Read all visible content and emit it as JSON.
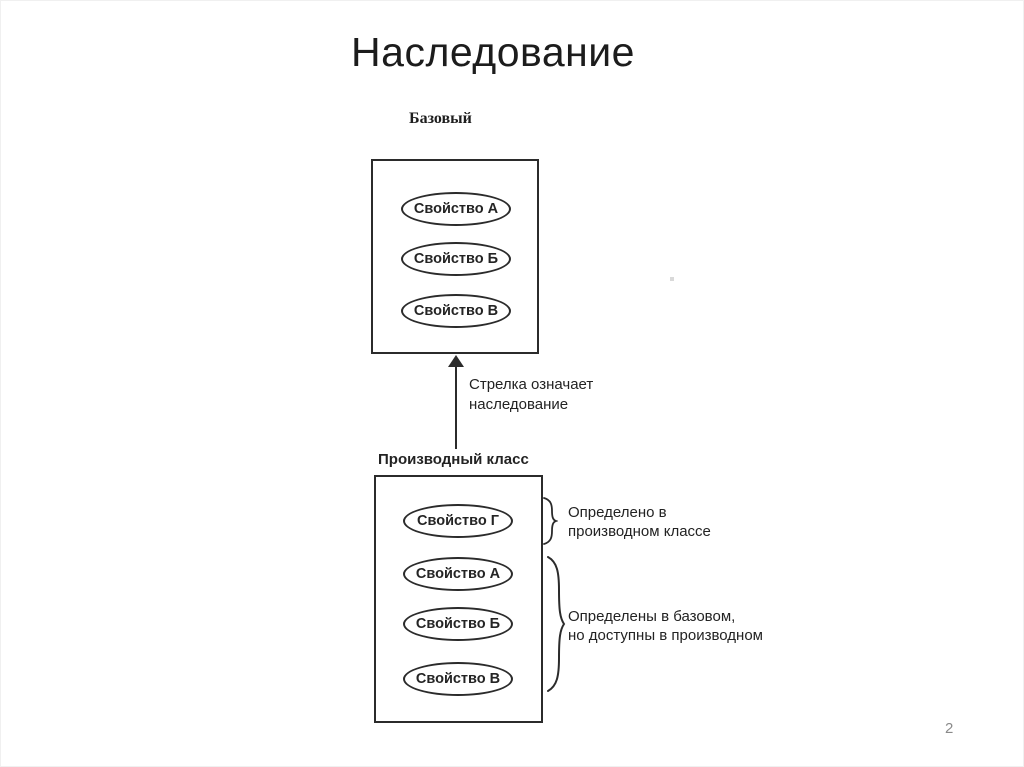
{
  "slide": {
    "title": "Наследование",
    "page_number": "2"
  },
  "diagram": {
    "base_class": {
      "label": "Базовый",
      "properties": [
        "Свойство А",
        "Свойство Б",
        "Свойство В"
      ]
    },
    "arrow_note": {
      "line1": "Стрелка означает",
      "line2": "наследование"
    },
    "derived_class": {
      "label": "Производный класс",
      "properties": [
        "Свойство Г",
        "Свойство А",
        "Свойство Б",
        "Свойство В"
      ]
    },
    "annotations": [
      {
        "line1": "Определено в",
        "line2": "производном классе"
      },
      {
        "line1": "Определены в базовом,",
        "line2": "но доступны в производном"
      }
    ]
  },
  "colors": {
    "ink": "#2b2b2b",
    "page_number": "#8a8a8a"
  }
}
